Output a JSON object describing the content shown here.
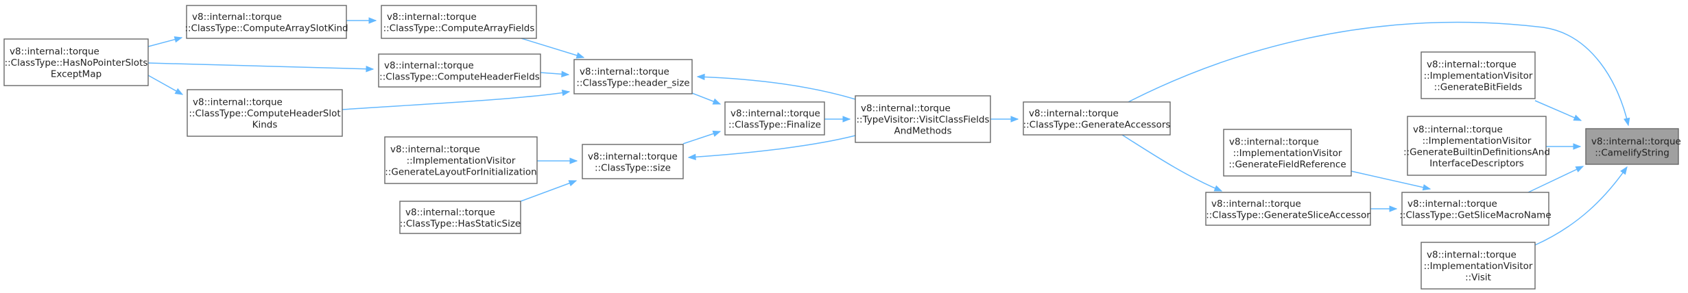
{
  "nodes": [
    {
      "id": "camelify",
      "lines": [
        "v8::internal::torque",
        "::CamelifyString"
      ],
      "highlight": true
    },
    {
      "id": "gen_bitfields",
      "lines": [
        "v8::internal::torque",
        "::ImplementationVisitor",
        "::GenerateBitFields"
      ]
    },
    {
      "id": "gen_builtin_defs",
      "lines": [
        "v8::internal::torque",
        "::ImplementationVisitor",
        "::GenerateBuiltinDefinitionsAnd",
        "InterfaceDescriptors"
      ]
    },
    {
      "id": "get_slice_macro",
      "lines": [
        "v8::internal::torque",
        "::ClassType::GetSliceMacroName"
      ]
    },
    {
      "id": "impl_visit",
      "lines": [
        "v8::internal::torque",
        "::ImplementationVisitor",
        "::Visit"
      ]
    },
    {
      "id": "gen_accessors",
      "lines": [
        "v8::internal::torque",
        "::ClassType::GenerateAccessors"
      ]
    },
    {
      "id": "gen_field_ref",
      "lines": [
        "v8::internal::torque",
        "::ImplementationVisitor",
        "::GenerateFieldReference"
      ]
    },
    {
      "id": "gen_slice_accessor",
      "lines": [
        "v8::internal::torque",
        "::ClassType::GenerateSliceAccessor"
      ]
    },
    {
      "id": "visit_class_fields",
      "lines": [
        "v8::internal::torque",
        "::TypeVisitor::VisitClassFields",
        "AndMethods"
      ]
    },
    {
      "id": "header_size",
      "lines": [
        "v8::internal::torque",
        "::ClassType::header_size"
      ]
    },
    {
      "id": "finalize",
      "lines": [
        "v8::internal::torque",
        "::ClassType::Finalize"
      ]
    },
    {
      "id": "size",
      "lines": [
        "v8::internal::torque",
        "::ClassType::size"
      ]
    },
    {
      "id": "compute_array_fields",
      "lines": [
        "v8::internal::torque",
        "::ClassType::ComputeArrayFields"
      ]
    },
    {
      "id": "compute_header_fields",
      "lines": [
        "v8::internal::torque",
        "::ClassType::ComputeHeaderFields"
      ]
    },
    {
      "id": "compute_array_slot_kind",
      "lines": [
        "v8::internal::torque",
        "::ClassType::ComputeArraySlotKind"
      ]
    },
    {
      "id": "compute_header_slot_kinds",
      "lines": [
        "v8::internal::torque",
        "::ClassType::ComputeHeaderSlot",
        "Kinds"
      ]
    },
    {
      "id": "has_no_pointer_slots",
      "lines": [
        "v8::internal::torque",
        "::ClassType::HasNoPointerSlots",
        "ExceptMap"
      ]
    },
    {
      "id": "gen_layout_init",
      "lines": [
        "v8::internal::torque",
        "::ImplementationVisitor",
        "::GenerateLayoutForInitialization"
      ]
    },
    {
      "id": "has_static_size",
      "lines": [
        "v8::internal::torque",
        "::ClassType::HasStaticSize"
      ]
    }
  ],
  "edges": [
    {
      "from": "gen_accessors",
      "to": "camelify"
    },
    {
      "from": "gen_bitfields",
      "to": "camelify"
    },
    {
      "from": "gen_builtin_defs",
      "to": "camelify"
    },
    {
      "from": "get_slice_macro",
      "to": "camelify"
    },
    {
      "from": "impl_visit",
      "to": "camelify"
    },
    {
      "from": "gen_field_ref",
      "to": "get_slice_macro"
    },
    {
      "from": "gen_slice_accessor",
      "to": "get_slice_macro"
    },
    {
      "from": "gen_accessors",
      "to": "gen_slice_accessor"
    },
    {
      "from": "visit_class_fields",
      "to": "gen_accessors"
    },
    {
      "from": "visit_class_fields",
      "to": "header_size"
    },
    {
      "from": "finalize",
      "to": "visit_class_fields"
    },
    {
      "from": "visit_class_fields",
      "to": "size"
    },
    {
      "from": "header_size",
      "to": "finalize"
    },
    {
      "from": "size",
      "to": "finalize"
    },
    {
      "from": "compute_array_fields",
      "to": "header_size"
    },
    {
      "from": "compute_header_fields",
      "to": "header_size"
    },
    {
      "from": "compute_header_slot_kinds",
      "to": "header_size"
    },
    {
      "from": "compute_array_slot_kind",
      "to": "compute_array_fields"
    },
    {
      "from": "has_no_pointer_slots",
      "to": "compute_array_slot_kind"
    },
    {
      "from": "has_no_pointer_slots",
      "to": "compute_header_fields"
    },
    {
      "from": "has_no_pointer_slots",
      "to": "compute_header_slot_kinds"
    },
    {
      "from": "gen_layout_init",
      "to": "size"
    },
    {
      "from": "has_static_size",
      "to": "size"
    }
  ]
}
